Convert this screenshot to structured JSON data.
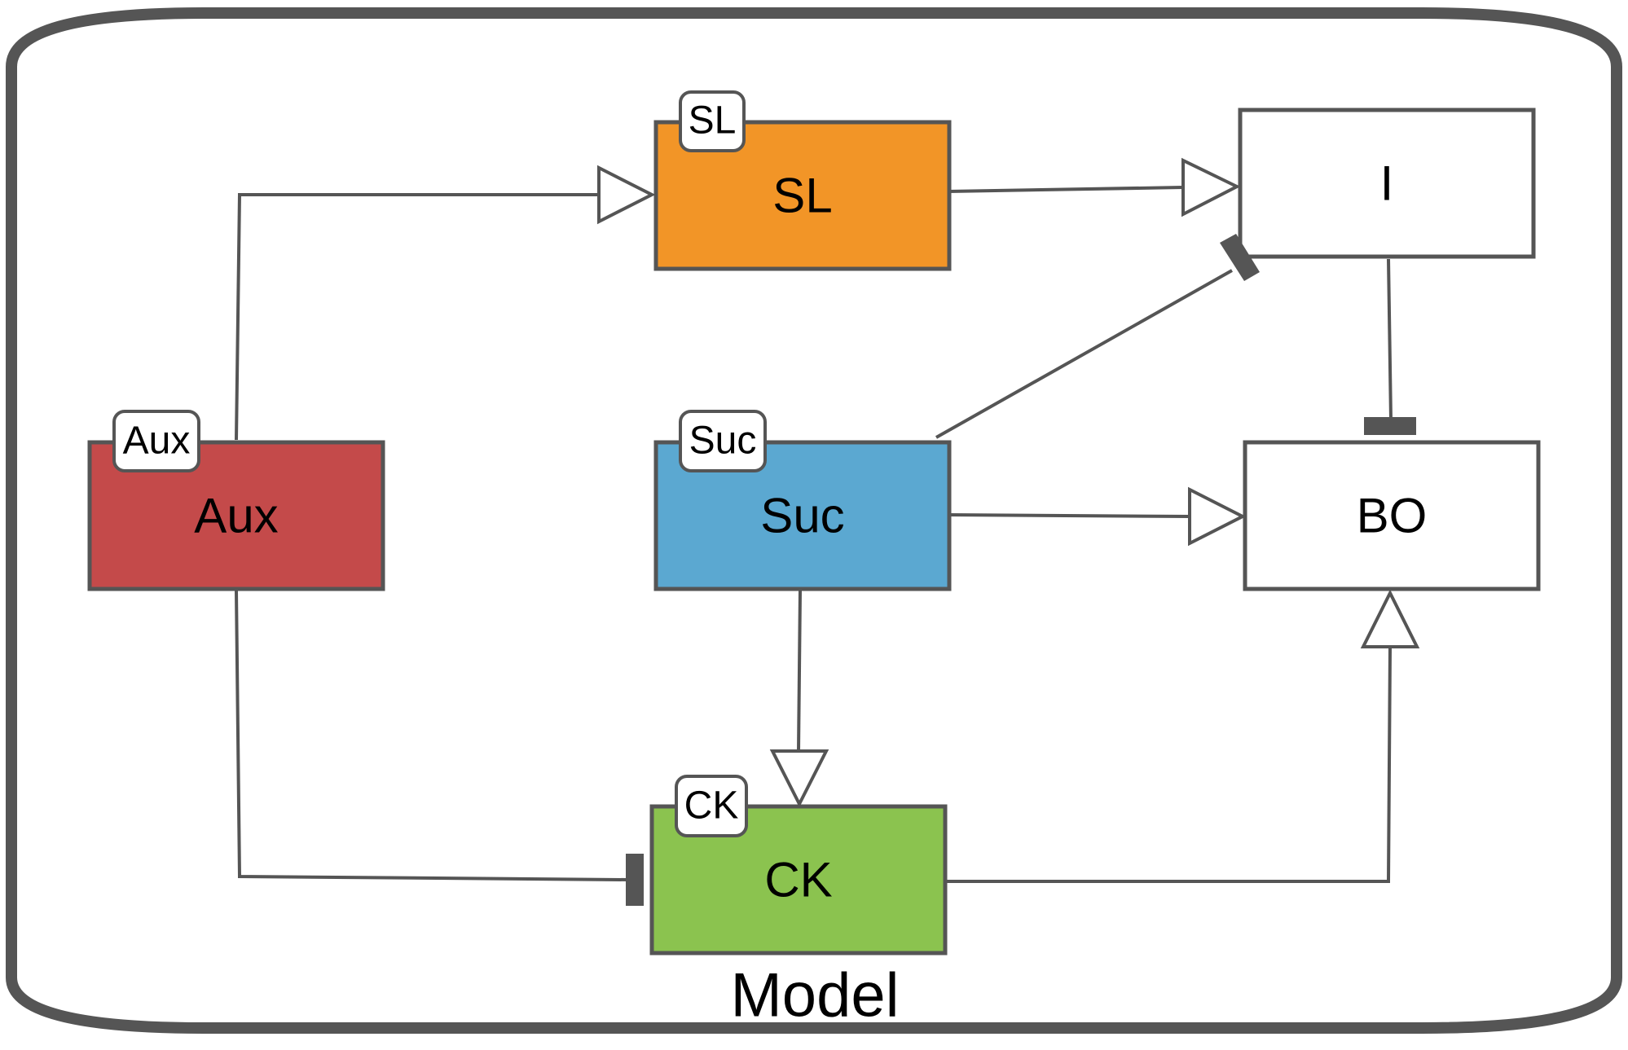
{
  "diagram": {
    "container_label": "Model",
    "colors": {
      "stroke": "#555555",
      "aux": "#c44a4a",
      "sl": "#f29527",
      "suc": "#5ba8d1",
      "ck": "#8bc34f",
      "plain": "#ffffff"
    },
    "nodes": {
      "aux": {
        "label": "Aux",
        "tag": "Aux"
      },
      "sl": {
        "label": "SL",
        "tag": "SL"
      },
      "suc": {
        "label": "Suc",
        "tag": "Suc"
      },
      "ck": {
        "label": "CK",
        "tag": "CK"
      },
      "i": {
        "label": "I"
      },
      "bo": {
        "label": "BO"
      }
    },
    "edges": [
      {
        "from": "Aux",
        "to": "SL",
        "type": "activation"
      },
      {
        "from": "Aux",
        "to": "CK",
        "type": "inhibition"
      },
      {
        "from": "SL",
        "to": "I",
        "type": "activation"
      },
      {
        "from": "Suc",
        "to": "I",
        "type": "inhibition"
      },
      {
        "from": "Suc",
        "to": "BO",
        "type": "activation"
      },
      {
        "from": "Suc",
        "to": "CK",
        "type": "activation"
      },
      {
        "from": "I",
        "to": "BO",
        "type": "inhibition"
      },
      {
        "from": "CK",
        "to": "BO",
        "type": "activation"
      }
    ]
  }
}
